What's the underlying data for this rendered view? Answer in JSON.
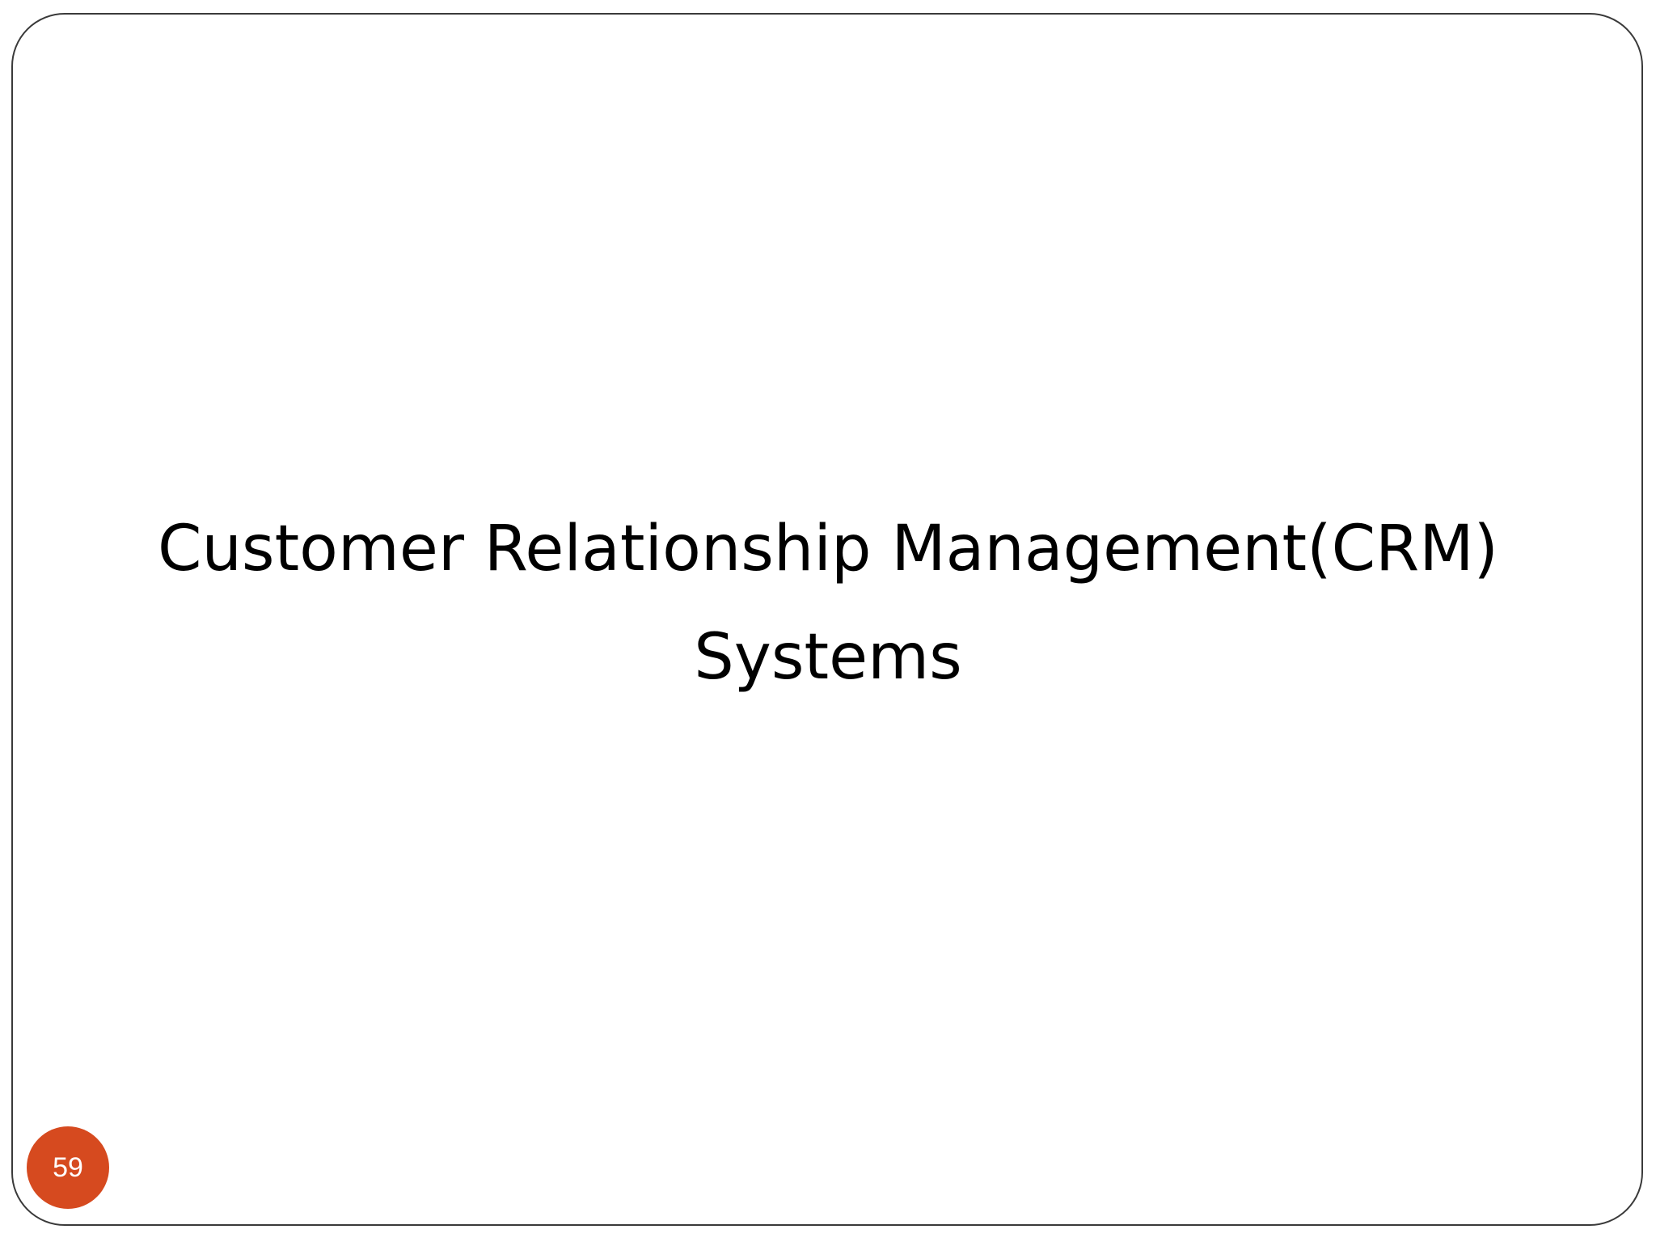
{
  "slide": {
    "title_line1": "Customer Relationship Management(CRM)",
    "title_line2": "Systems",
    "page_number": "59"
  },
  "colors": {
    "badge": "#d64a1f",
    "border": "#3a3a3a",
    "text": "#000000",
    "background": "#ffffff"
  }
}
